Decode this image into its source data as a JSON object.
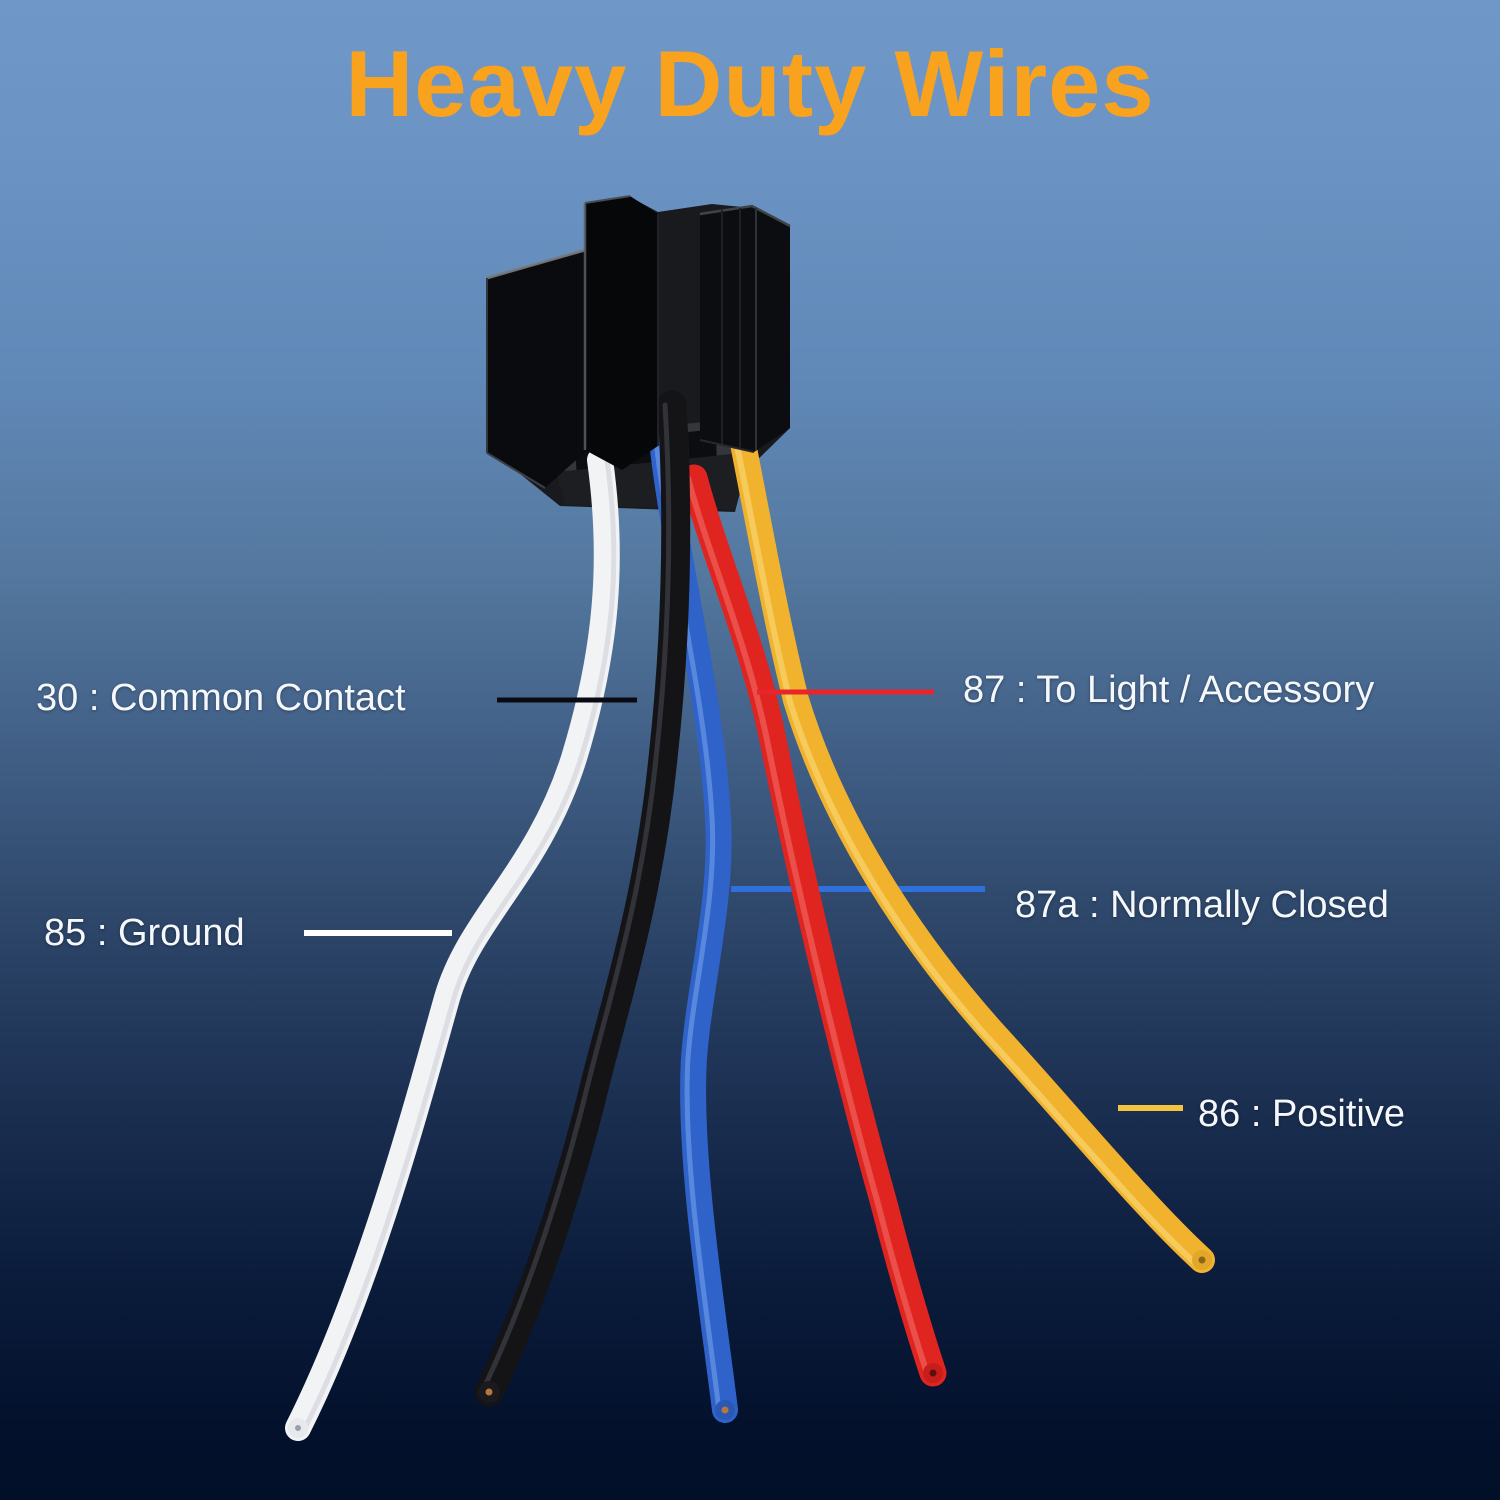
{
  "title": {
    "text": "Heavy Duty Wires",
    "color": "#F9A21E"
  },
  "background": {
    "top": "#6F97C7",
    "bottom": "#020F28"
  },
  "connector": {
    "label": "5-pin relay socket connector",
    "body_color": "#0B0C0F"
  },
  "pins": [
    {
      "pin": "30",
      "label": "30 : Common Contact",
      "side": "left",
      "wire": "black",
      "leader_color": "#0A0B12",
      "text_color": "#F4F7FB"
    },
    {
      "pin": "85",
      "label": "85 : Ground",
      "side": "left",
      "wire": "white",
      "leader_color": "#FFFFFF",
      "text_color": "#F4F7FB"
    },
    {
      "pin": "87",
      "label": "87 : To Light / Accessory",
      "side": "right",
      "wire": "red",
      "leader_color": "#E8252B",
      "text_color": "#F4F7FB"
    },
    {
      "pin": "87a",
      "label": "87a : Normally Closed",
      "side": "right",
      "wire": "blue",
      "leader_color": "#3070DD",
      "text_color": "#F4F7FB"
    },
    {
      "pin": "86",
      "label": "86 : Positive",
      "side": "right",
      "wire": "yellow",
      "leader_color": "#F5C242",
      "text_color": "#F4F7FB"
    }
  ],
  "wires": {
    "white": {
      "name": "white wire",
      "color": "#F2F3F5",
      "highlight": "#C6CAD2"
    },
    "black": {
      "name": "black wire",
      "color": "#141417",
      "highlight": "#45474E"
    },
    "blue": {
      "name": "blue wire",
      "color": "#2F63C9",
      "highlight": "#7AA5EE"
    },
    "red": {
      "name": "red wire",
      "color": "#E02420",
      "highlight": "#F3736C"
    },
    "yellow": {
      "name": "yellow wire",
      "color": "#F1B32E",
      "highlight": "#FCD97C"
    }
  }
}
